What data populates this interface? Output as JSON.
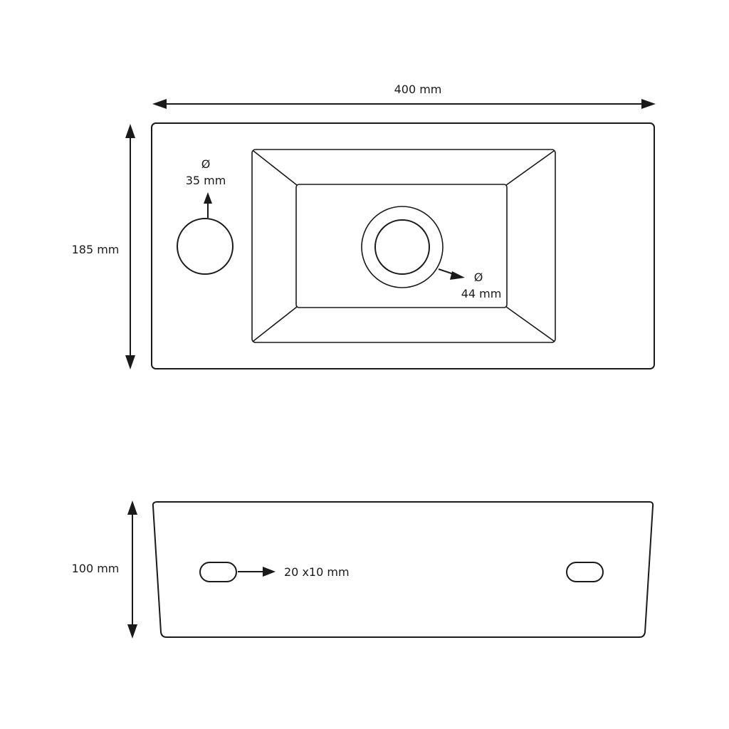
{
  "top_view": {
    "width_label": "400 mm",
    "depth_label": "185 mm",
    "tap_hole": {
      "symbol": "Ø",
      "size": "35 mm"
    },
    "drain_hole": {
      "symbol": "Ø",
      "size": "44 mm"
    }
  },
  "side_view": {
    "height_label": "100 mm",
    "mount_slot_label": "20 x10 mm"
  },
  "colors": {
    "line": "#1a1a1a",
    "background": "#ffffff"
  }
}
